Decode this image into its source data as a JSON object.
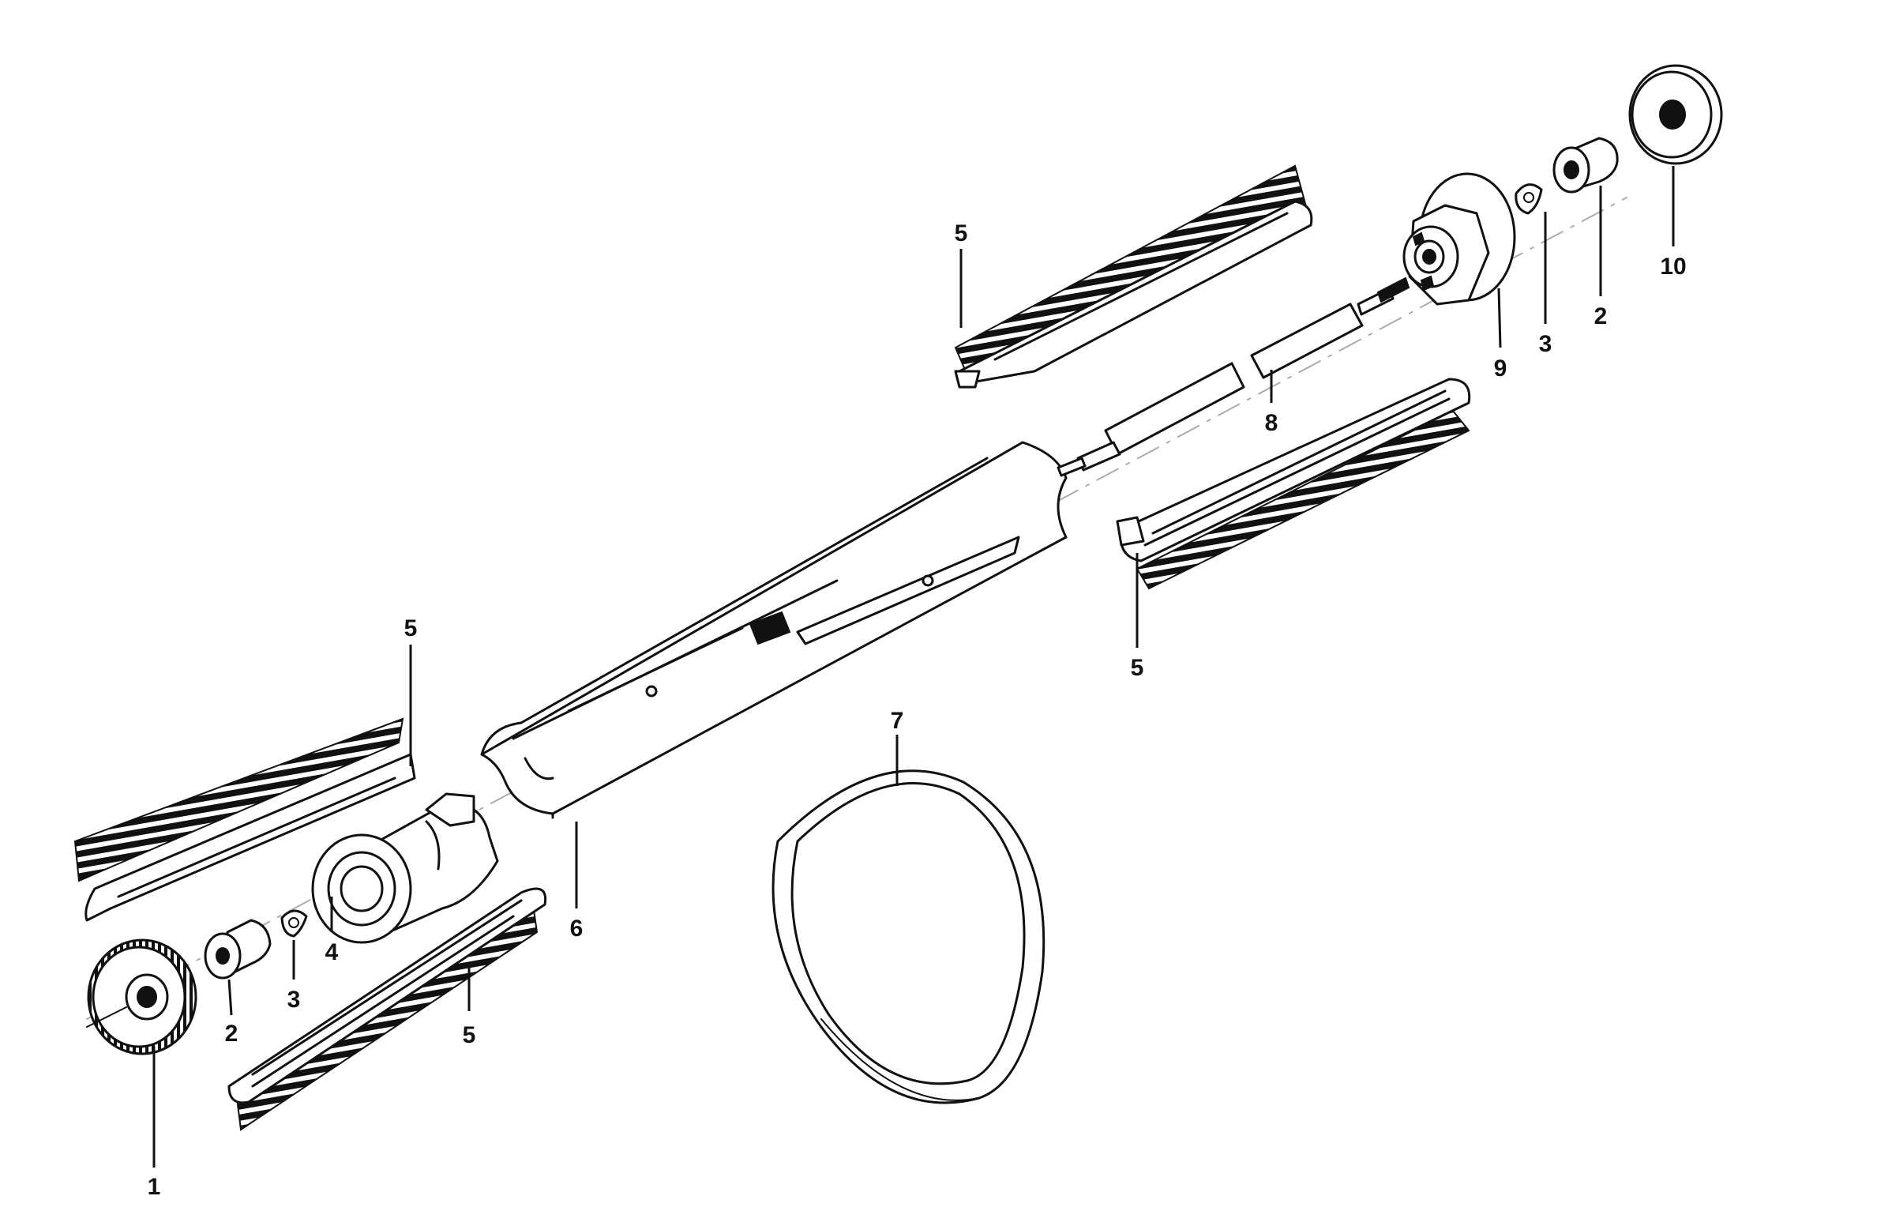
{
  "callouts": {
    "p1": "1",
    "p2a": "2",
    "p3a": "3",
    "p4": "4",
    "p5a": "5",
    "p5b": "5",
    "p6": "6",
    "p7": "7",
    "p5c": "5",
    "p8": "8",
    "p5d": "5",
    "p9": "9",
    "p3b": "3",
    "p2b": "2",
    "p10": "10"
  },
  "colors": {
    "ink": "#111111",
    "paper": "#ffffff"
  }
}
